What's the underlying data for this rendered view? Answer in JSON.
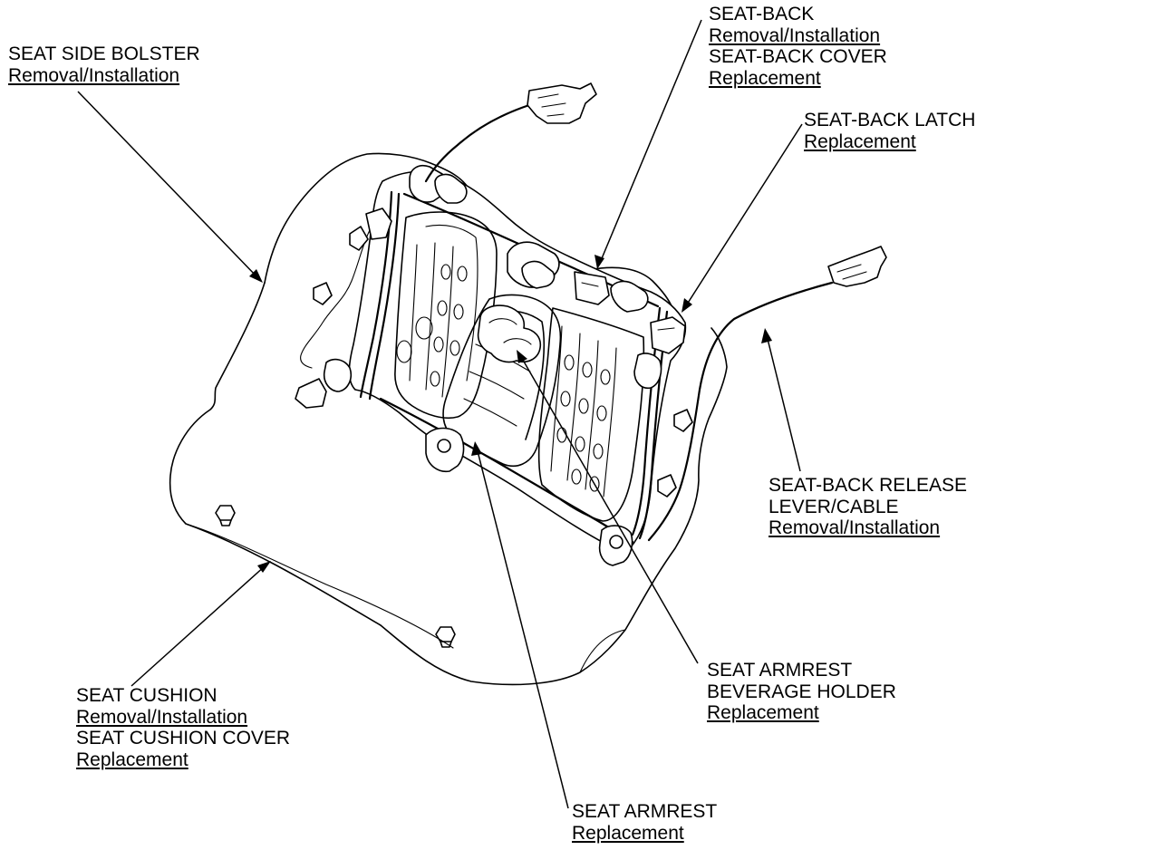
{
  "callouts": {
    "seat_side_bolster": {
      "title": "SEAT SIDE BOLSTER",
      "action": "Removal/Installation"
    },
    "seat_back": {
      "title": "SEAT-BACK",
      "action": "Removal/Installation",
      "title2": "SEAT-BACK COVER",
      "action2": "Replacement"
    },
    "seat_back_latch": {
      "title": "SEAT-BACK LATCH",
      "action": "Replacement"
    },
    "seat_back_release": {
      "title": "SEAT-BACK RELEASE",
      "title_line2": "LEVER/CABLE",
      "action": "Removal/Installation"
    },
    "seat_armrest_beverage_holder": {
      "title": "SEAT ARMREST",
      "title_line2": "BEVERAGE HOLDER",
      "action": "Replacement"
    },
    "seat_armrest": {
      "title": "SEAT ARMREST",
      "action": "Replacement"
    },
    "seat_cushion": {
      "title": "SEAT CUSHION",
      "action": "Removal/Installation",
      "title2": "SEAT CUSHION COVER",
      "action2": "Replacement"
    }
  },
  "colors": {
    "line": "#000000",
    "background": "#ffffff"
  }
}
